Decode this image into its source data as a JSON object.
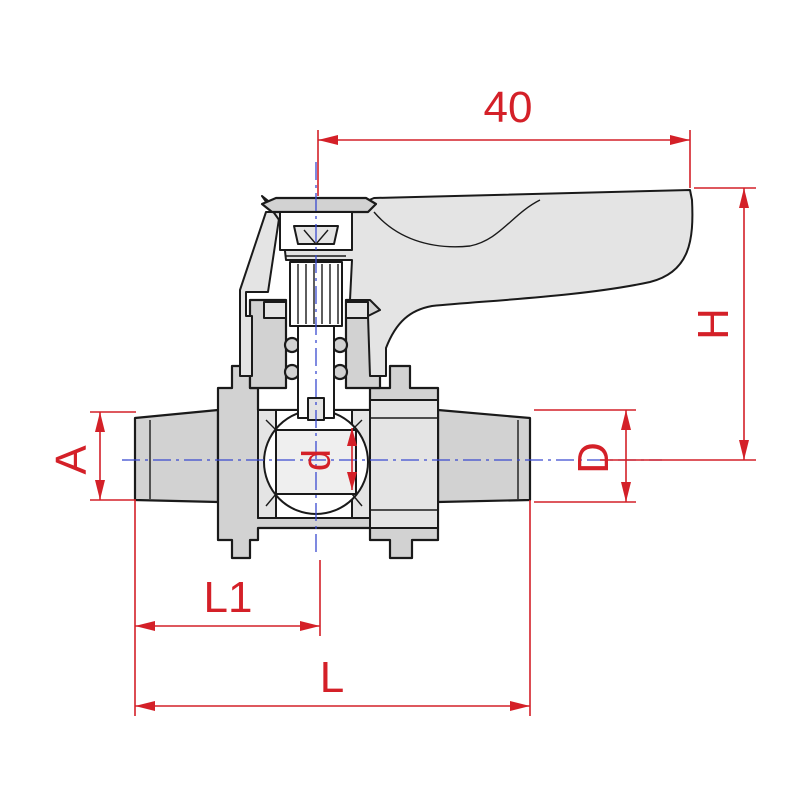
{
  "colors": {
    "dimension": "#d42028",
    "centerline": "#3a4ad0",
    "outline": "#1a1a1a",
    "body_fill": "#d2d2d2"
  },
  "dimensions": {
    "handle_reach": "40",
    "height": "H",
    "pipe_outer": "A",
    "bore": "d",
    "outer_diameter": "D",
    "half_length": "L1",
    "length": "L"
  }
}
